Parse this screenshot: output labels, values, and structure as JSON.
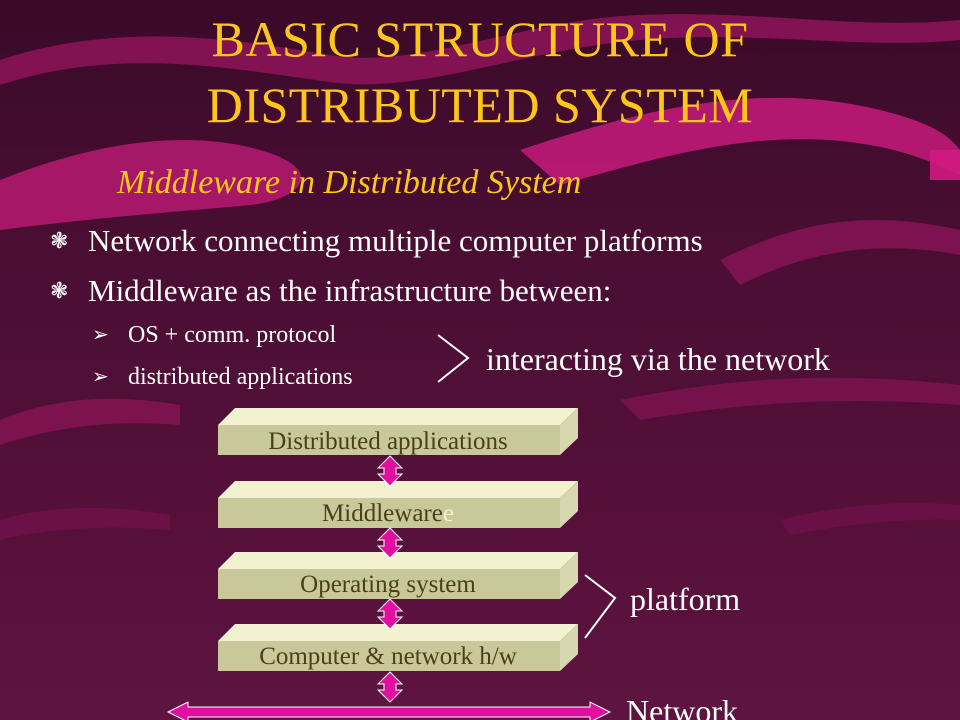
{
  "slide": {
    "title_line_1": "BASIC STRUCTURE OF",
    "title_line_2": "DISTRIBUTED SYSTEM",
    "subtitle": "Middleware in Distributed System",
    "bullets": [
      "Network connecting multiple computer platforms",
      "Middleware as the infrastructure between:"
    ],
    "sub_bullets": [
      "OS + comm. protocol",
      "distributed applications"
    ],
    "interacting_label": "interacting via the network"
  },
  "diagram": {
    "layers": [
      "Distributed applications",
      "Middleware",
      "Operating system",
      "Computer & network h/w"
    ],
    "middleware_ghost_char": "e",
    "platform_label": "platform",
    "network_label": "Network"
  },
  "colors": {
    "background": "#4a0e33",
    "swoosh": "#b0186e",
    "title": "#ffc61a",
    "text": "#ffffff",
    "layer_face": "#c8c89a",
    "layer_side": "#f2f2d0",
    "connector": "#e10fa0"
  },
  "icons": {
    "bullet": "snowflake-bullet-icon",
    "sub_bullet": "arrow-bullet-icon"
  }
}
